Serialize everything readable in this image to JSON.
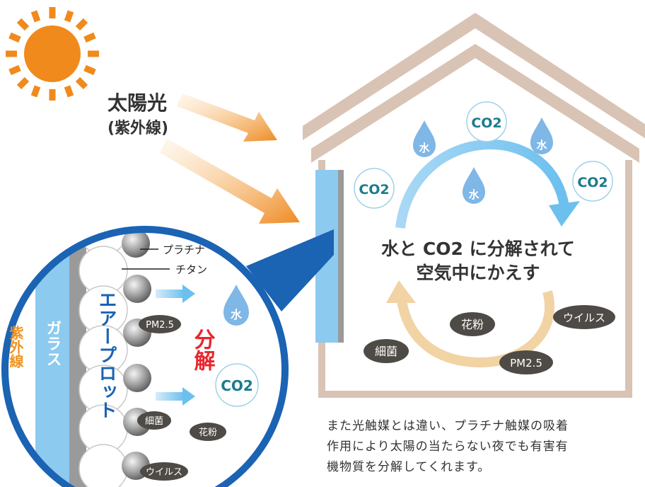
{
  "sunlight": {
    "title": "太陽光",
    "subtitle": "(紫外線)"
  },
  "house": {
    "cycle_text_line1": "水と CO2 に分解されて",
    "cycle_text_line2": "空気中にかえす",
    "water_label": "水",
    "co2_label": "CO2",
    "pollutants": {
      "pollen": "花粉",
      "virus": "ウイルス",
      "bacteria": "細菌",
      "pm25": "PM2.5"
    }
  },
  "zoom": {
    "uv_label": "紫外線",
    "glass_label": "ガラス",
    "coating_label": "エアープロット",
    "platinum_label": "プラチナ",
    "titanium_label": "チタン",
    "decompose_label": "分解",
    "water_label": "水",
    "co2_label": "CO2",
    "pollutants": {
      "pm25": "PM2.5",
      "bacteria": "細菌",
      "pollen": "花粉",
      "virus": "ウイルス"
    }
  },
  "footer": {
    "line1": "また光触媒とは違い、プラチナ触媒の吸着",
    "line2": "作用により太陽の当たらない夜でも有害有",
    "line3": "機物質を分解してくれます。"
  },
  "colors": {
    "sun": "#f08a1c",
    "arrow_orange": "#ee8a22",
    "house": "#d9c3b4",
    "glass": "#8ccaf0",
    "zoom_ring": "#1b63b3",
    "water": "#7fb7e6",
    "co2_text": "#1a7c8c",
    "pill": "#4e4a45",
    "decompose": "#e8262d",
    "uv": "#f0921e"
  }
}
